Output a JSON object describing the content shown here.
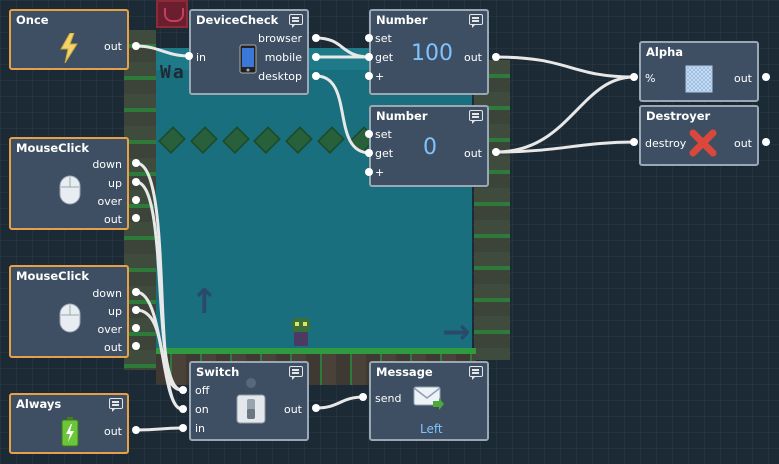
{
  "nodes": {
    "once": {
      "title": "Once",
      "out": "out",
      "icon": "lightning-icon"
    },
    "devicecheck": {
      "title": "DeviceCheck",
      "in": "in",
      "browser": "browser",
      "mobile": "mobile",
      "desktop": "desktop",
      "icon": "phone-icon"
    },
    "number1": {
      "title": "Number",
      "set": "set",
      "get": "get",
      "plus": "+",
      "out": "out",
      "value": "100"
    },
    "number2": {
      "title": "Number",
      "set": "set",
      "get": "get",
      "plus": "+",
      "out": "out",
      "value": "0"
    },
    "alpha": {
      "title": "Alpha",
      "in": "%",
      "out": "out",
      "icon": "checker-pattern-icon"
    },
    "destroyer": {
      "title": "Destroyer",
      "in": "destroy",
      "out": "out",
      "icon": "red-x-icon"
    },
    "mouseclick1": {
      "title": "MouseClick",
      "down": "down",
      "up": "up",
      "over": "over",
      "out": "out",
      "icon": "mouse-icon"
    },
    "mouseclick2": {
      "title": "MouseClick",
      "down": "down",
      "up": "up",
      "over": "over",
      "out": "out",
      "icon": "mouse-icon"
    },
    "always": {
      "title": "Always",
      "out": "out",
      "icon": "battery-icon"
    },
    "switch": {
      "title": "Switch",
      "off": "off",
      "on": "on",
      "in": "in",
      "out": "out",
      "icon": "toggle-switch-icon"
    },
    "message": {
      "title": "Message",
      "send": "send",
      "value": "Left",
      "icon": "envelope-icon"
    }
  },
  "game": {
    "sign_text": "Wa        c st"
  },
  "colors": {
    "node_bg": "#3e4f63",
    "node_border": "#9aa7b5",
    "trigger_border": "#e6a04a",
    "value_text": "#7ec3ff",
    "wire": "#e8e8e8",
    "background": "#1c2a36"
  }
}
